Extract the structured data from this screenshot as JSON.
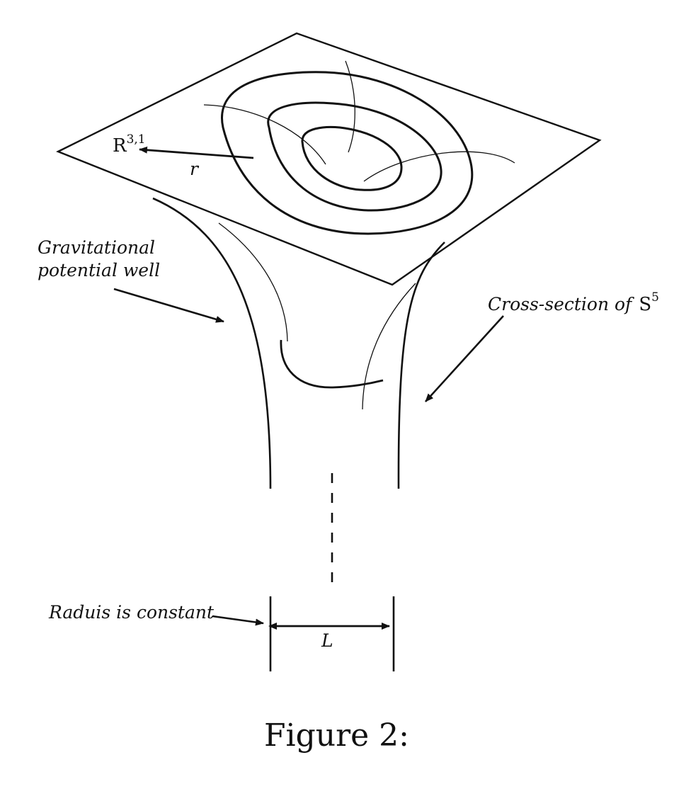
{
  "diagram": {
    "labels": {
      "space_label": "R",
      "space_superscript": "3,1",
      "radial_coord": "r",
      "well_line1": "Gravitational",
      "well_line2": "potential well",
      "cross_section_text": "Cross-section of",
      "sphere_label": "S",
      "sphere_superscript": "5",
      "radius_note": "Raduis is constant",
      "width_label": "L"
    },
    "caption": "Figure 2:"
  },
  "colors": {
    "ink": "#111111",
    "background": "#ffffff"
  }
}
